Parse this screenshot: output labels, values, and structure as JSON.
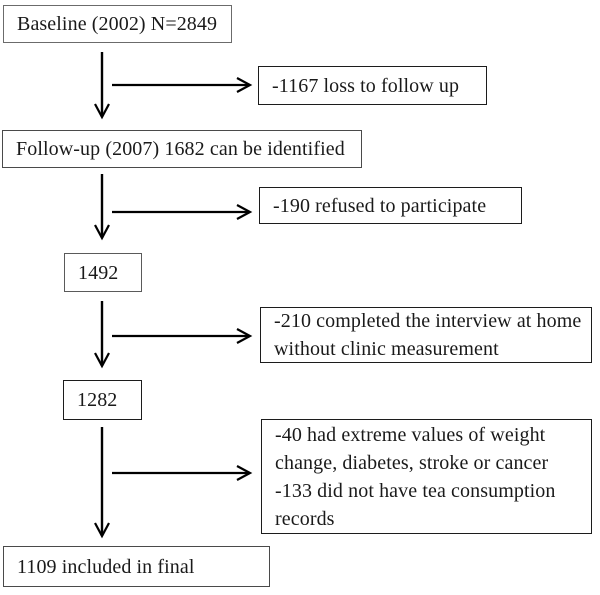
{
  "figure": {
    "background_color": "#ffffff",
    "line_color": "#000000",
    "text_color": "#1a1a1a"
  },
  "flowchart": {
    "type": "participant-flow-diagram",
    "boxes": {
      "baseline": {
        "lines": [
          "Baseline (2002) N=2849"
        ]
      },
      "loss": {
        "lines": [
          "-1167 loss to follow up"
        ]
      },
      "followup": {
        "lines": [
          "Follow-up (2007) 1682 can be identified"
        ]
      },
      "refused": {
        "lines": [
          "-190 refused to participate"
        ]
      },
      "n1492": {
        "lines": [
          "1492"
        ]
      },
      "interview": {
        "lines": [
          "-210 completed the interview at home",
          "without clinic measurement"
        ]
      },
      "n1282": {
        "lines": [
          "1282"
        ]
      },
      "exclusion": {
        "lines": [
          "-40 had extreme values of weight",
          "change, diabetes, stroke or cancer",
          "-133 did not have tea consumption",
          "records"
        ]
      },
      "final": {
        "lines": [
          "1109 included in final"
        ]
      }
    },
    "edges": [
      {
        "from": "baseline",
        "to": "followup",
        "type": "down-arrow"
      },
      {
        "from": "baseline",
        "to": "loss",
        "type": "branch-right-arrow"
      },
      {
        "from": "followup",
        "to": "n1492",
        "type": "down-arrow"
      },
      {
        "from": "followup",
        "to": "refused",
        "type": "branch-right-arrow"
      },
      {
        "from": "n1492",
        "to": "n1282",
        "type": "down-arrow"
      },
      {
        "from": "n1492",
        "to": "interview",
        "type": "branch-right-arrow"
      },
      {
        "from": "n1282",
        "to": "final",
        "type": "down-arrow"
      },
      {
        "from": "n1282",
        "to": "exclusion",
        "type": "branch-right-arrow"
      }
    ]
  }
}
